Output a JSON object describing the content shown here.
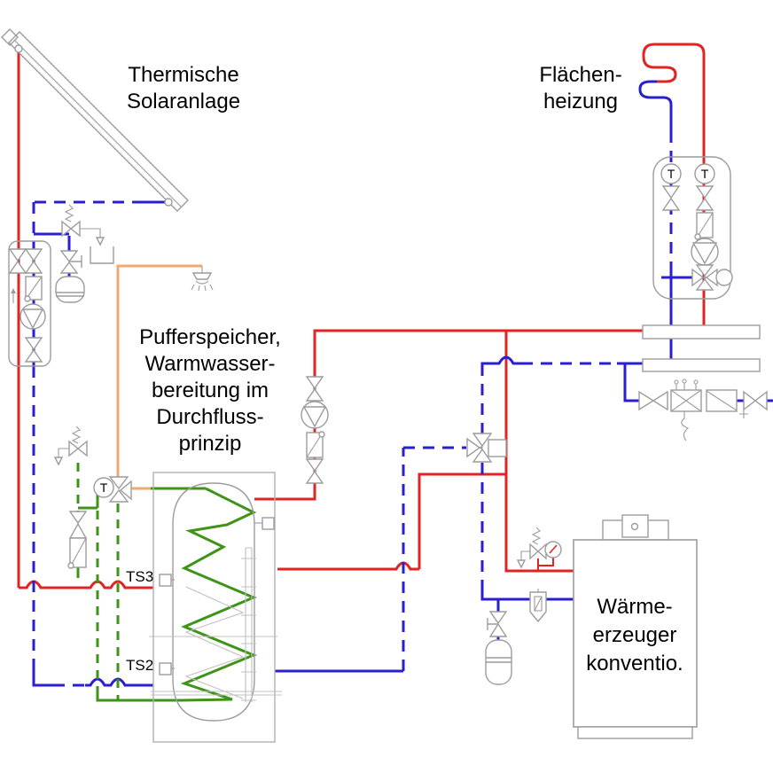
{
  "labels": {
    "solar": [
      "Thermische",
      "Solaranlage"
    ],
    "floor_heating": [
      "Flächen-",
      "heizung"
    ],
    "buffer_storage": [
      "Pufferspeicher,",
      "Warmwasser-",
      "bereitung im",
      "Durchfluss-",
      "prinzip"
    ],
    "boiler": [
      "Wärme-",
      "erzeuger",
      "konventio."
    ],
    "sensors": {
      "ts3": "TS3",
      "ts2": "TS2"
    },
    "thermometer": "T"
  },
  "colors": {
    "supply_red": "#e02424",
    "return_blue": "#2a1fd0",
    "cold_water_green": "#3f9318",
    "warm_water_orange": "#f2a86e",
    "outline_gray": "#9c9c9c",
    "internals_gray": "#b8b8b8"
  }
}
